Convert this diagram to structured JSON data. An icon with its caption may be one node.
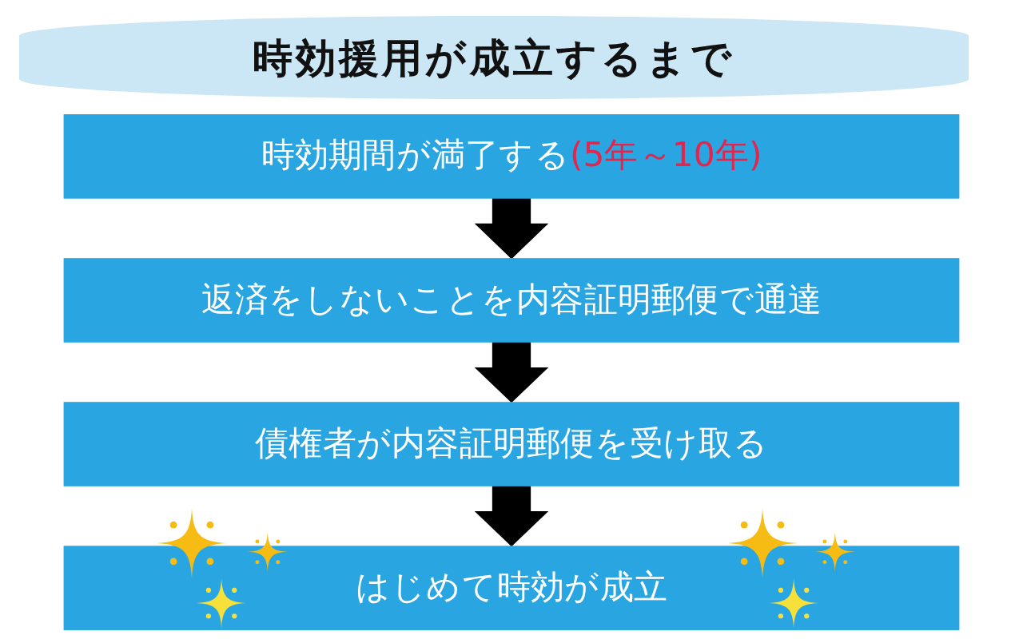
{
  "diagram": {
    "title": "時効援用が成立するまで",
    "nodes": [
      {
        "text": [
          "時効期間が満了する",
          "(5年～10年)"
        ]
      },
      {
        "text": [
          "返済をしないことを内容証明郵便で通達"
        ]
      },
      {
        "text": [
          "債権者が内容証明郵便を受け取る"
        ]
      },
      {
        "text": [
          "はじめて時効が成立"
        ]
      }
    ],
    "edges": [
      {
        "from": 0,
        "to": 1,
        "arrow": "to"
      },
      {
        "from": 1,
        "to": 2,
        "arrow": "to"
      },
      {
        "from": 2,
        "to": 3,
        "arrow": "to"
      }
    ]
  }
}
